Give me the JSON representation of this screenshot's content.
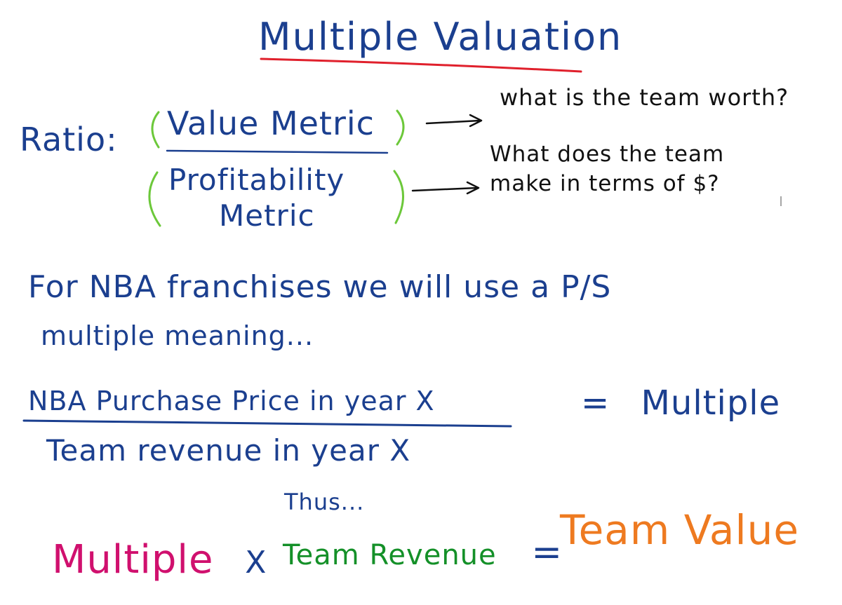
{
  "title": "Multiple Valuation",
  "ratio": {
    "label": "Ratio:",
    "numerator": "Value Metric",
    "denominator_line1": "Profitability",
    "denominator_line2": "Metric"
  },
  "notes": {
    "numerator_question": "what is the team worth?",
    "denominator_question_line1": "What does the team",
    "denominator_question_line2": "make in terms of $?"
  },
  "paragraph": {
    "line1": "For NBA franchises we will use a P/S",
    "line2": "multiple meaning..."
  },
  "equation": {
    "numerator": "NBA Purchase Price in year X",
    "denominator": "Team revenue in year X",
    "equals": "=",
    "result": "Multiple"
  },
  "thus": "Thus...",
  "final": {
    "term1": "Multiple",
    "times": "X",
    "term2": "Team Revenue",
    "equals": "=",
    "result": "Team Value"
  },
  "colors": {
    "main_ink": "#1b3f8f",
    "note_ink": "#111111",
    "underline": "#e0202c",
    "bracket": "#6cc83a",
    "multiple": "#d0106e",
    "team_revenue": "#149028",
    "team_value": "#ee7a20"
  }
}
